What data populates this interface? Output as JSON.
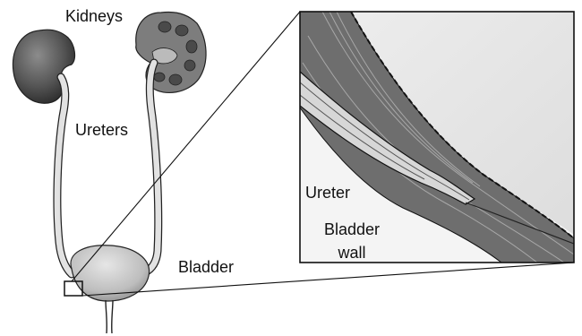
{
  "labels": {
    "kidneys": "Kidneys",
    "ureters": "Ureters",
    "bladder": "Bladder",
    "ureter_detail": "Ureter",
    "bladder_wall_line1": "Bladder",
    "bladder_wall_line2": "wall"
  },
  "colors": {
    "kidney_fill": "#555555",
    "kidney_cut": "#8a8a8a",
    "bladder_fill": "#cfcfcf",
    "wall_muscle": "#6e6e6e",
    "interior": "#e4e4e4",
    "outline": "#111111"
  }
}
